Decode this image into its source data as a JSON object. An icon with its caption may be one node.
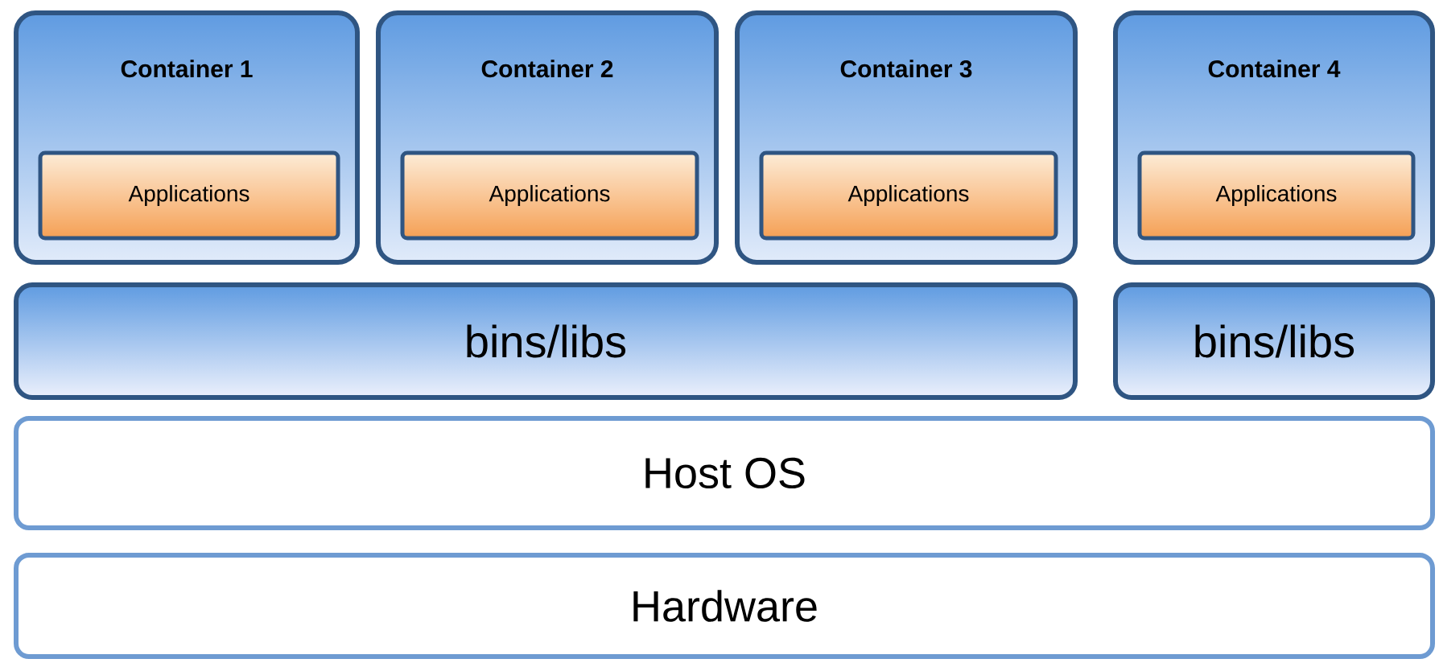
{
  "diagram": {
    "nodes": [
      {
        "text": [
          "Container 1"
        ]
      },
      {
        "text": [
          "Applications"
        ],
        "in": 0
      },
      {
        "text": [
          "Container 2"
        ]
      },
      {
        "text": [
          "Applications"
        ],
        "in": 2
      },
      {
        "text": [
          "Container 3"
        ]
      },
      {
        "text": [
          "Applications"
        ],
        "in": 4
      },
      {
        "text": [
          "Container 4"
        ]
      },
      {
        "text": [
          "Applications"
        ],
        "in": 6
      },
      {
        "text": [
          "bins/libs"
        ]
      },
      {
        "text": [
          "bins/libs"
        ]
      },
      {
        "text": [
          "Host OS"
        ]
      },
      {
        "text": [
          "Hardware"
        ]
      }
    ]
  }
}
